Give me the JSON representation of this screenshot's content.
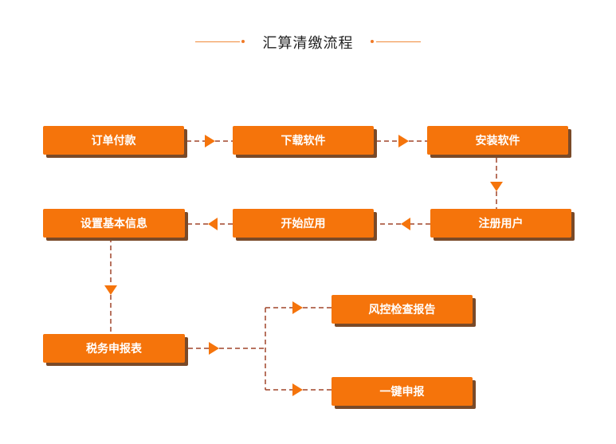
{
  "title": "汇算清缴流程",
  "colors": {
    "node_fill": "#f5740b",
    "node_shadow": "#7a4a28",
    "connector": "#a0452a",
    "arrow": "#f5740b"
  },
  "nodes": {
    "order_payment": "订单付款",
    "download_software": "下载软件",
    "install_software": "安装软件",
    "register_user": "注册用户",
    "start_using": "开始应用",
    "setup_basic_info": "设置基本信息",
    "tax_filing_table": "税务申报表",
    "risk_check_report": "风控检查报告",
    "one_click_filing": "一键申报"
  }
}
